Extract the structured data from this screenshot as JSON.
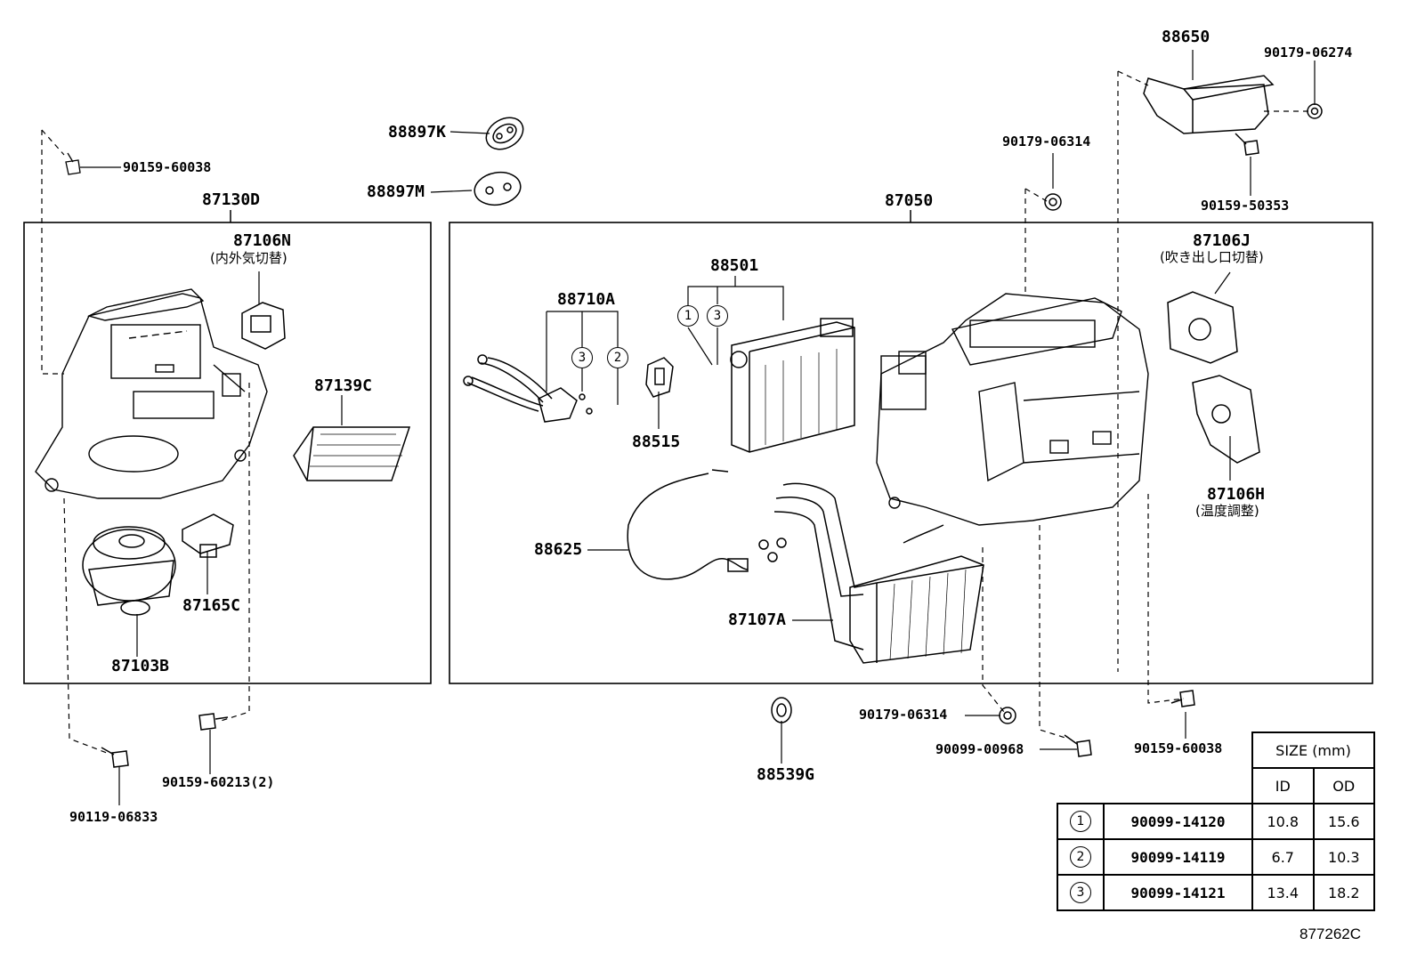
{
  "parts": {
    "p88650": "88650",
    "p90179_06274": "90179-06274",
    "p90159_50353": "90159-50353",
    "p90179_06314_top": "90179-06314",
    "p88897K": "88897K",
    "p88897M": "88897M",
    "p90159_60038_left": "90159-60038",
    "p87130D": "87130D",
    "p87106N": "87106N",
    "p87106N_note": "(内外気切替)",
    "p87139C": "87139C",
    "p87165C": "87165C",
    "p87103B": "87103B",
    "p87050": "87050",
    "p88501": "88501",
    "p88710A": "88710A",
    "p88515": "88515",
    "p88625": "88625",
    "p87107A": "87107A",
    "p87106J": "87106J",
    "p87106J_note": "(吹き出し口切替)",
    "p87106H": "87106H",
    "p87106H_note": "(温度調整)",
    "p90159_60213": "90159-60213(2)",
    "p90119_06833": "90119-06833",
    "p88539G": "88539G",
    "p90179_06314_bottom": "90179-06314",
    "p90099_00968": "90099-00968",
    "p90159_60038_right": "90159-60038"
  },
  "callouts": {
    "c1": "1",
    "c2": "2",
    "c3": "3"
  },
  "size_table": {
    "header": "SIZE (mm)",
    "col_id": "ID",
    "col_od": "OD",
    "rows": [
      {
        "mark": "1",
        "part": "90099-14120",
        "id": "10.8",
        "od": "15.6"
      },
      {
        "mark": "2",
        "part": "90099-14119",
        "id": "6.7",
        "od": "10.3"
      },
      {
        "mark": "3",
        "part": "90099-14121",
        "id": "13.4",
        "od": "18.2"
      }
    ]
  },
  "figure_ref": "877262C"
}
